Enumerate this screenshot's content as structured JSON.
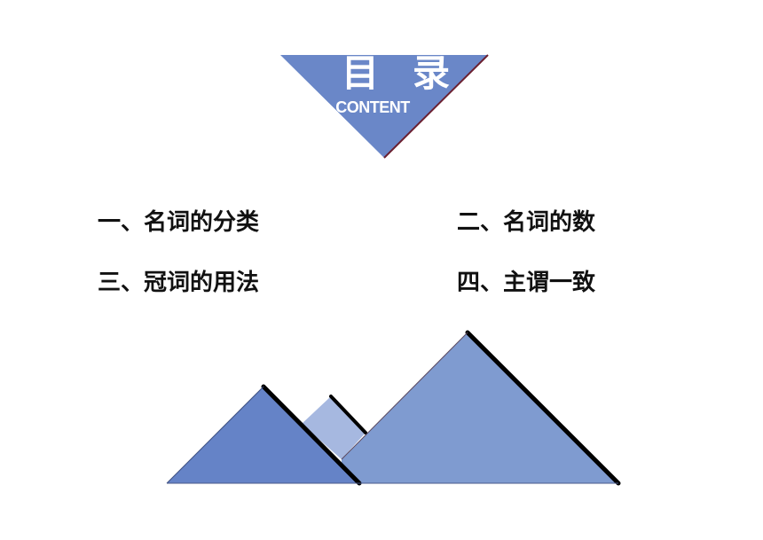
{
  "header": {
    "title_char_1": "目",
    "title_char_2": "录",
    "subtitle": "CONTENT"
  },
  "toc": {
    "items": [
      {
        "label": "一、名词的分类"
      },
      {
        "label": "二、名词的数"
      },
      {
        "label": "三、冠词的用法"
      },
      {
        "label": "四、主谓一致"
      }
    ]
  },
  "colors": {
    "banner_blue": "#6a87c8",
    "mountain_left": "#6583c7",
    "mountain_middle": "#a6b8e0",
    "mountain_right": "#7f9bd0",
    "outline": "#000000"
  }
}
